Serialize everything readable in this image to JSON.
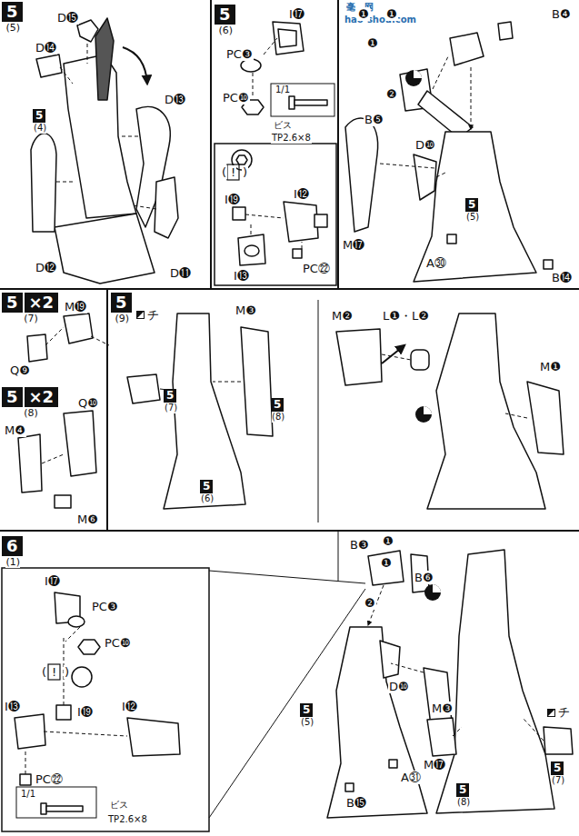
{
  "diagram": {
    "nodes": [
      {
        "text": [
          "5",
          "(5)"
        ]
      },
      {
        "text": [
          "5",
          "(4)"
        ]
      },
      {
        "text": [
          "5",
          "(6)"
        ]
      },
      {
        "text": [
          "5",
          "(5)"
        ]
      },
      {
        "text": [
          "5",
          "×2",
          "(7)"
        ]
      },
      {
        "text": [
          "5",
          "×2",
          "(8)"
        ]
      },
      {
        "text": [
          "5",
          "(9)"
        ]
      },
      {
        "text": [
          "5",
          "(7)"
        ]
      },
      {
        "text": [
          "5",
          "(8)"
        ]
      },
      {
        "text": [
          "5",
          "(6)"
        ]
      },
      {
        "text": [
          "6",
          "(1)"
        ]
      },
      {
        "text": [
          "5",
          "(5)"
        ]
      },
      {
        "text": [
          "5",
          "(7)"
        ]
      },
      {
        "text": [
          "5",
          "(8)"
        ]
      }
    ],
    "labels": [
      "D⓯",
      "D⓮",
      "D⓭",
      "D⓬",
      "D⓫",
      "I⓱",
      "PC❸",
      "PC❿",
      "1/1",
      "ビス",
      "TP2.6×8",
      "(",
      "!",
      ")",
      "I⓳",
      "I⓬",
      "I⓭",
      "PC㉒",
      "毫",
      "网",
      "hao-shou.com",
      "❶",
      "❶",
      "❶",
      "B❹",
      "B❺",
      "❷",
      "D❿",
      "M⓱",
      "A㉚",
      "B⓮",
      "M⓳",
      "Q❾",
      "Q❿",
      "M❹",
      "M❻",
      "チ",
      "M❸",
      "M❷",
      "L❶・L❷",
      "M❶",
      "B❸",
      "❶",
      "❶",
      "❷",
      "B❻",
      "D❿",
      "M⓱",
      "A㉛",
      "B⓯",
      "M❸",
      "チ",
      "I⓱",
      "PC❸",
      "PC❿",
      "(",
      "!",
      ")",
      "I⓳",
      "I⓭",
      "I⓬",
      "PC㉒",
      "1/1",
      "ビス",
      "TP2.6×8"
    ]
  }
}
